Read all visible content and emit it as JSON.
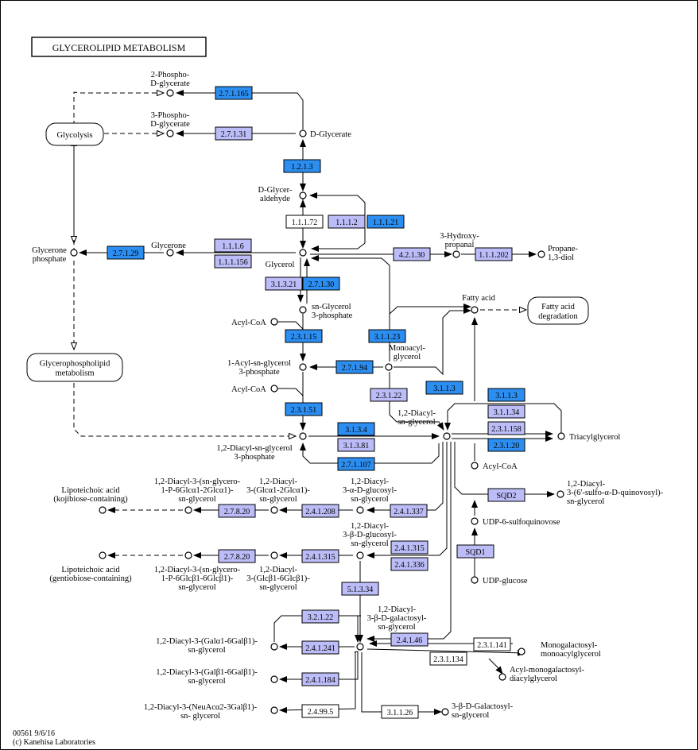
{
  "title": "GLYCEROLIPID METABOLISM",
  "footer": {
    "map_id": "00561 9/6/16",
    "copyright": "(c) Kanehisa Laboratories"
  },
  "colors": {
    "dark": "#2c8ef0",
    "light": "#bcbcf8",
    "white": "#ffffff",
    "line": "#000000"
  },
  "maps": [
    {
      "id": "glycolysis",
      "lines": [
        "Glycolysis"
      ]
    },
    {
      "id": "fa-degradation",
      "lines": [
        "Fatty acid",
        "degradation"
      ]
    },
    {
      "id": "glycerophospholipid",
      "lines": [
        "Glycerophospholipid",
        "metabolism"
      ]
    }
  ],
  "enzymes": [
    {
      "id": "e1",
      "label": "2.7.1.165",
      "color": "dark"
    },
    {
      "id": "e2",
      "label": "2.7.1.31",
      "color": "light"
    },
    {
      "id": "e3",
      "label": "1.2.1.3",
      "color": "dark"
    },
    {
      "id": "e4",
      "label": "1.1.1.72",
      "color": "white"
    },
    {
      "id": "e5",
      "label": "1.1.1.2",
      "color": "light"
    },
    {
      "id": "e6",
      "label": "1.1.1.21",
      "color": "dark"
    },
    {
      "id": "e7",
      "label": "2.7.1.29",
      "color": "dark"
    },
    {
      "id": "e8",
      "label": "1.1.1.6",
      "color": "light"
    },
    {
      "id": "e9",
      "label": "1.1.1.156",
      "color": "light"
    },
    {
      "id": "e10",
      "label": "4.2.1.30",
      "color": "light"
    },
    {
      "id": "e11",
      "label": "1.1.1.202",
      "color": "light"
    },
    {
      "id": "e12",
      "label": "3.1.3.21",
      "color": "light"
    },
    {
      "id": "e13",
      "label": "2.7.1.30",
      "color": "dark"
    },
    {
      "id": "e14",
      "label": "2.3.1.15",
      "color": "dark"
    },
    {
      "id": "e15",
      "label": "3.1.1.23",
      "color": "dark"
    },
    {
      "id": "e16",
      "label": "2.7.1.94",
      "color": "dark"
    },
    {
      "id": "e17",
      "label": "3.1.1.3",
      "color": "dark"
    },
    {
      "id": "e18",
      "label": "2.3.1.22",
      "color": "light"
    },
    {
      "id": "e19",
      "label": "2.3.1.51",
      "color": "dark"
    },
    {
      "id": "e20",
      "label": "3.1.3.4",
      "color": "dark"
    },
    {
      "id": "e21",
      "label": "3.1.3.81",
      "color": "light"
    },
    {
      "id": "e22",
      "label": "2.7.1.107",
      "color": "dark"
    },
    {
      "id": "e23",
      "label": "3.1.1.3",
      "color": "dark"
    },
    {
      "id": "e24",
      "label": "3.1.1.34",
      "color": "light"
    },
    {
      "id": "e25",
      "label": "2.3.1.158",
      "color": "light"
    },
    {
      "id": "e26",
      "label": "2.3.1.20",
      "color": "dark"
    },
    {
      "id": "e27",
      "label": "SQD2",
      "color": "light"
    },
    {
      "id": "e28",
      "label": "SQD1",
      "color": "light"
    },
    {
      "id": "e29",
      "label": "2.7.8.20",
      "color": "light"
    },
    {
      "id": "e30",
      "label": "2.4.1.208",
      "color": "light"
    },
    {
      "id": "e31",
      "label": "2.4.1.337",
      "color": "light"
    },
    {
      "id": "e32",
      "label": "2.7.8.20",
      "color": "light"
    },
    {
      "id": "e33",
      "label": "2.4.1.315",
      "color": "light"
    },
    {
      "id": "e34",
      "label": "2.4.1.315",
      "color": "light"
    },
    {
      "id": "e35",
      "label": "2.4.1.336",
      "color": "light"
    },
    {
      "id": "e36",
      "label": "5.1.3.34",
      "color": "light"
    },
    {
      "id": "e37",
      "label": "3.2.1.22",
      "color": "light"
    },
    {
      "id": "e38",
      "label": "2.4.1.241",
      "color": "light"
    },
    {
      "id": "e39",
      "label": "2.4.1.46",
      "color": "light"
    },
    {
      "id": "e40",
      "label": "2.3.1.141",
      "color": "white"
    },
    {
      "id": "e41",
      "label": "2.3.1.134",
      "color": "white"
    },
    {
      "id": "e42",
      "label": "2.4.1.184",
      "color": "light"
    },
    {
      "id": "e43",
      "label": "2.4.99.5",
      "color": "white"
    },
    {
      "id": "e44",
      "label": "3.1.1.26",
      "color": "white"
    }
  ],
  "compounds": [
    {
      "id": "c1",
      "lines": [
        "2-Phospho-",
        "D-glycerate"
      ]
    },
    {
      "id": "c2",
      "lines": [
        "3-Phospho-",
        "D-glycerate"
      ]
    },
    {
      "id": "c3",
      "lines": [
        "D-Glycerate"
      ]
    },
    {
      "id": "c4",
      "lines": [
        "D-Glycer-",
        "aldehyde"
      ]
    },
    {
      "id": "c5",
      "lines": [
        "Glycerone"
      ]
    },
    {
      "id": "c6",
      "lines": [
        "Glycerone",
        "phosphate"
      ]
    },
    {
      "id": "c7",
      "lines": [
        "Glycerol"
      ]
    },
    {
      "id": "c8",
      "lines": [
        "3-Hydroxy-",
        "propanal"
      ]
    },
    {
      "id": "c9",
      "lines": [
        "Propane-",
        "1,3-diol"
      ]
    },
    {
      "id": "c10",
      "lines": [
        "sn-Glycerol",
        "3-phosphate"
      ]
    },
    {
      "id": "c11",
      "lines": [
        "Fatty acid"
      ]
    },
    {
      "id": "c12",
      "lines": [
        "Acyl-CoA"
      ]
    },
    {
      "id": "c13",
      "lines": [
        "1-Acyl-sn-glycerol",
        "3-phosphate"
      ]
    },
    {
      "id": "c14",
      "lines": [
        "Monoacyl-",
        "glycerol"
      ]
    },
    {
      "id": "c15",
      "lines": [
        "Acyl-CoA"
      ]
    },
    {
      "id": "c16",
      "lines": [
        "1,2-Diacyl-",
        "sn-glycerol"
      ]
    },
    {
      "id": "c17",
      "lines": [
        "Triacylglycerol"
      ]
    },
    {
      "id": "c18",
      "lines": [
        "1,2-Diacyl-sn-glycerol",
        "3-phosphate"
      ]
    },
    {
      "id": "c19",
      "lines": [
        "Acyl-CoA"
      ]
    },
    {
      "id": "c20",
      "lines": [
        "1,2-Diacyl-",
        "3-(6'-sulfo-α-D-quinovosyl)-",
        "sn-glycerol"
      ]
    },
    {
      "id": "c21",
      "lines": [
        "UDP-6-sulfoquinovose"
      ]
    },
    {
      "id": "c22",
      "lines": [
        "UDP-glucose"
      ]
    },
    {
      "id": "c23",
      "lines": [
        "Lipoteichoic acid",
        "(kojibiose-containing)"
      ]
    },
    {
      "id": "c24",
      "lines": [
        "1,2-Diacyl-3-(sn-glycero-",
        "1-P-6Glcα1-2Glcα1)-",
        "sn-glycerol"
      ]
    },
    {
      "id": "c25",
      "lines": [
        "1,2-Diacyl-",
        "3-(Glcα1-2Glcα1)-",
        "sn-glycerol"
      ]
    },
    {
      "id": "c26",
      "lines": [
        "1,2-Diacyl-",
        "3-α-D-glucosyl-",
        "sn-glycerol"
      ]
    },
    {
      "id": "c27",
      "lines": [
        "1,2-Diacyl-",
        "3-β-D-glucosyl-",
        "sn-glycerol"
      ]
    },
    {
      "id": "c28",
      "lines": [
        "Lipoteichoic acid",
        "(gentiobiose-containing)"
      ]
    },
    {
      "id": "c29",
      "lines": [
        "1,2-Diacyl-3-(sn-glycero-",
        "1-P-6Glcβ1-6Glcβ1)-",
        "sn-glycerol"
      ]
    },
    {
      "id": "c30",
      "lines": [
        "1,2-Diacyl-",
        "3-(Glcβ1-6Glcβ1)-",
        "sn-glycerol"
      ]
    },
    {
      "id": "c31",
      "lines": [
        "1,2-Diacyl-",
        "3-β-D-galactosyl-",
        "sn-glycerol"
      ]
    },
    {
      "id": "c32",
      "lines": [
        "1,2-Diacyl-3-(Galα1-6Galβ1)-",
        "sn-glycerol"
      ]
    },
    {
      "id": "c33",
      "lines": [
        "Monogalactosyl-",
        "monoacylglycerol"
      ]
    },
    {
      "id": "c34",
      "lines": [
        "Acyl-monogalactosyl-",
        "diacylglycerol"
      ]
    },
    {
      "id": "c35",
      "lines": [
        "1,2-Diacyl-3-(Galβ1-6Galβ1)-",
        "sn-glycerol"
      ]
    },
    {
      "id": "c36",
      "lines": [
        "1,2-Diacyl-3-(NeuAcα2-3Galβ1)-",
        "sn- glycerol"
      ]
    },
    {
      "id": "c37",
      "lines": [
        "3-β-D-Galactosyl-",
        "sn-glycerol"
      ]
    }
  ]
}
